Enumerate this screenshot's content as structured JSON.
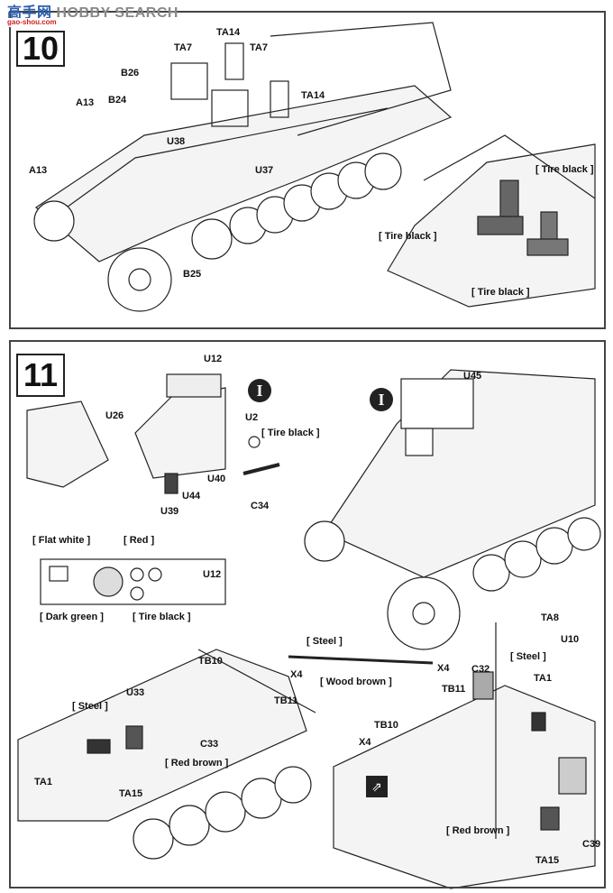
{
  "watermark": {
    "brand": "HOBBY SEARCH",
    "logo_chars": "高手网",
    "logo_url_text": "gao-shou.com"
  },
  "step10": {
    "number": "10",
    "labels": [
      "TA14",
      "TA7",
      "TA7",
      "B26",
      "TA14",
      "B24",
      "A13",
      "U38",
      "U37",
      "A13",
      "B25",
      "[ Tire black ]",
      "[ Tire black ]",
      "[ Tire black ]"
    ]
  },
  "step11": {
    "number": "11",
    "subassembly_marker": "I",
    "labels": [
      "U12",
      "U26",
      "U2",
      "[ Tire black ]",
      "U40",
      "U44",
      "U39",
      "C34",
      "U45",
      "[ Flat white ]",
      "[ Red ]",
      "U12",
      "[ Dark green ]",
      "[ Tire black ]",
      "[ Steel ]",
      "X4",
      "[ Wood brown ]",
      "TA8",
      "U10",
      "[ Steel ]",
      "TA1",
      "C32",
      "TB11",
      "TB10",
      "X4",
      "TB10",
      "X4",
      "TB11",
      "U33",
      "[ Steel ]",
      "C33",
      "[ Red brown ]",
      "TA1",
      "TA15",
      "[ Red brown ]",
      "C39",
      "TA15"
    ]
  }
}
